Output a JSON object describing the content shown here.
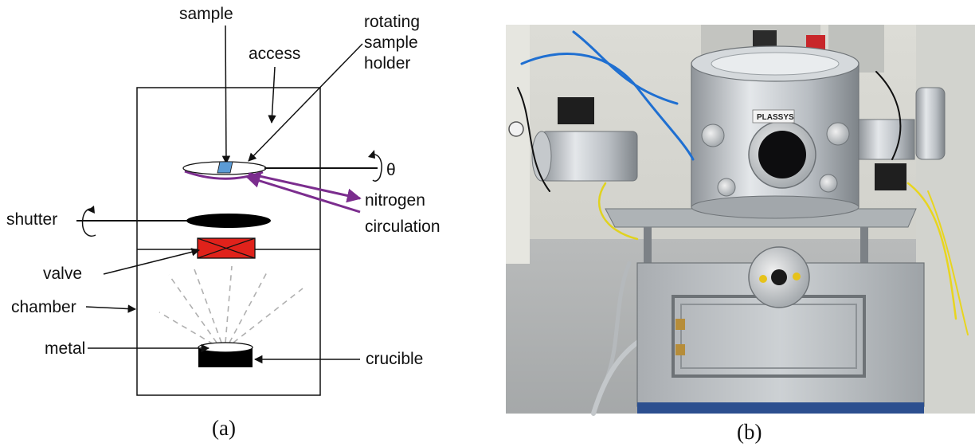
{
  "panel_a": {
    "caption": "(a)",
    "labels": {
      "sample": "sample",
      "access": "access",
      "rotating_sample_holder": [
        "rotating",
        "sample",
        "holder"
      ],
      "theta": "θ",
      "nitrogen_circulation": [
        "nitrogen",
        "circulation"
      ],
      "shutter": "shutter",
      "valve": "valve",
      "chamber": "chamber",
      "metal": "metal",
      "crucible": "crucible"
    },
    "colors": {
      "sample": "#5b9bd5",
      "holder_line": "#7b2d8e",
      "valve": "#e0221b",
      "crucible": "#000000",
      "vapor": "#b0b0b0"
    }
  },
  "panel_b": {
    "caption": "(b)",
    "nameplate": "PLASSYS"
  }
}
